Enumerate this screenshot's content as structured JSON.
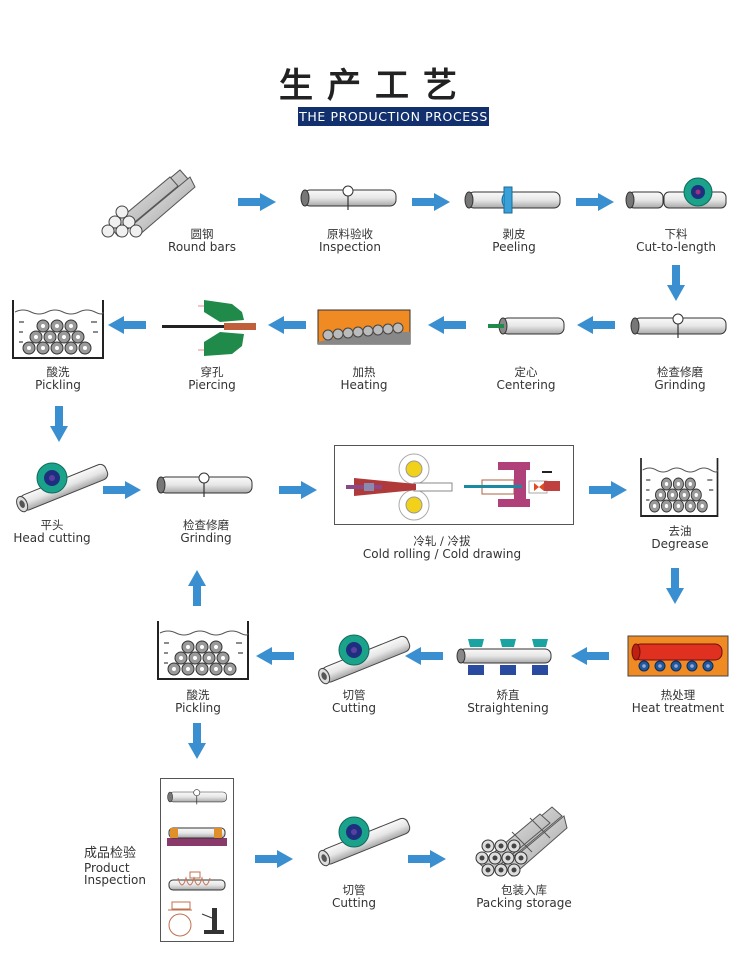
{
  "header": {
    "title_cn": "生产工艺",
    "title_en": "THE PRODUCTION PROCESS",
    "banner_color": "#12306e"
  },
  "colors": {
    "arrow": "#3a8fd0",
    "tube": "#e4e4e4",
    "die_green": "#1f8a4a",
    "furnace_orange": "#f08a22",
    "heat_red": "#e03020",
    "teal": "#1aa38a",
    "navy": "#1f2f80"
  },
  "steps": [
    {
      "id": "round-bars",
      "cn": "圆钢",
      "en": "Round bars",
      "icon": "bar-bundle-icon"
    },
    {
      "id": "inspection",
      "cn": "原料验收",
      "en": "Inspection",
      "icon": "tube-probe-icon"
    },
    {
      "id": "peeling",
      "cn": "剥皮",
      "en": "Peeling",
      "icon": "tube-peeling-icon"
    },
    {
      "id": "cut-to-length",
      "cn": "下料",
      "en": "Cut-to-length",
      "icon": "saw-blade-icon"
    },
    {
      "id": "grinding-1",
      "cn": "检查修磨",
      "en": "Grinding",
      "icon": "tube-probe-icon"
    },
    {
      "id": "centering",
      "cn": "定心",
      "en": "Centering",
      "icon": "tube-centering-icon"
    },
    {
      "id": "heating",
      "cn": "加热",
      "en": "Heating",
      "icon": "furnace-icon"
    },
    {
      "id": "piercing",
      "cn": "穿孔",
      "en": "Piercing",
      "icon": "piercing-die-icon"
    },
    {
      "id": "pickling-1",
      "cn": "酸洗",
      "en": "Pickling",
      "icon": "acid-tank-icon"
    },
    {
      "id": "head-cutting",
      "cn": "平头",
      "en": "Head cutting",
      "icon": "saw-blade-icon"
    },
    {
      "id": "grinding-2",
      "cn": "检查修磨",
      "en": "Grinding",
      "icon": "tube-probe-icon"
    },
    {
      "id": "cold-rolling",
      "cn": "冷轧 / 冷拔",
      "en": "Cold rolling / Cold drawing",
      "icon": "rolling-mill-icon"
    },
    {
      "id": "degrease",
      "cn": "去油",
      "en": "Degrease",
      "icon": "degrease-tank-icon"
    },
    {
      "id": "heat-treatment",
      "cn": "热处理",
      "en": "Heat treatment",
      "icon": "heat-furnace-icon"
    },
    {
      "id": "straightening",
      "cn": "矫直",
      "en": "Straightening",
      "icon": "straightener-icon"
    },
    {
      "id": "cutting-1",
      "cn": "切管",
      "en": "Cutting",
      "icon": "saw-blade-icon"
    },
    {
      "id": "pickling-2",
      "cn": "酸洗",
      "en": "Pickling",
      "icon": "acid-tank-icon"
    },
    {
      "id": "product-inspection",
      "cn": "成品检验",
      "en": "Product Inspection",
      "en_lines": [
        "Product",
        "Inspection"
      ],
      "icon": "inspection-panel-icon"
    },
    {
      "id": "cutting-2",
      "cn": "切管",
      "en": "Cutting",
      "icon": "saw-blade-icon"
    },
    {
      "id": "packing-storage",
      "cn": "包装入库",
      "en": "Packing storage",
      "icon": "tube-bundle-icon"
    }
  ]
}
